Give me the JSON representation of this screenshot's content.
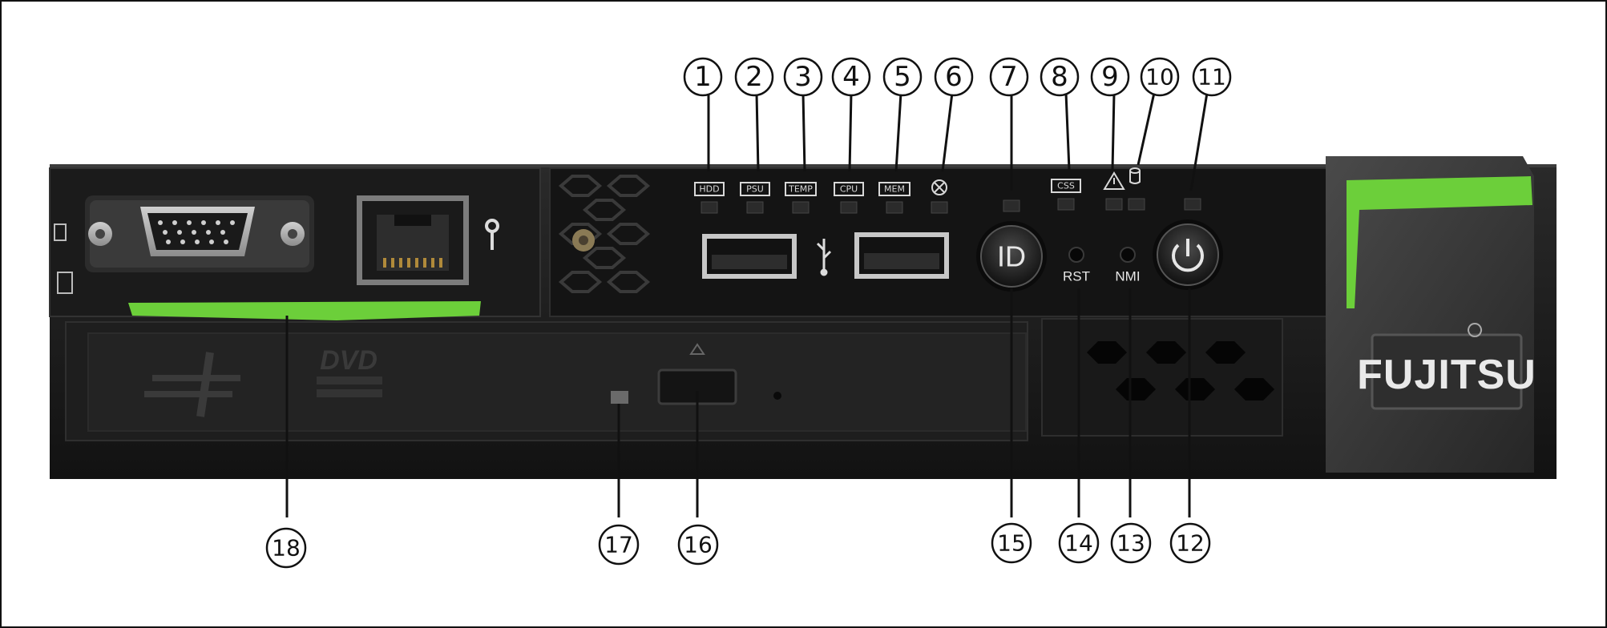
{
  "panel": {
    "brand": "FUJITSU",
    "rst_label": "RST",
    "nmi_label": "NMI",
    "id_button_label": "ID",
    "dvd_text": "DVD",
    "accent_green": "#6ccf3a"
  },
  "led_labels": [
    "HDD",
    "PSU",
    "TEMP",
    "CPU",
    "MEM",
    "",
    "",
    "CSS",
    "",
    "",
    ""
  ],
  "callouts": [
    "1",
    "2",
    "3",
    "4",
    "5",
    "6",
    "7",
    "8",
    "9",
    "10",
    "11",
    "12",
    "13",
    "14",
    "15",
    "16",
    "17",
    "18"
  ]
}
